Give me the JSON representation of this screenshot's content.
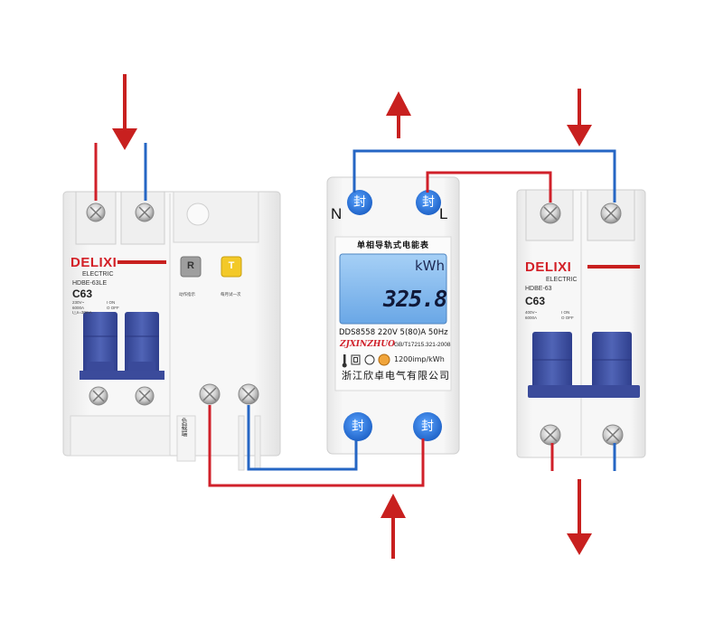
{
  "rcbo_breaker": {
    "brand": "DELIXI",
    "sub_brand": "ELECTRIC",
    "model": "HDBE-63LE",
    "rating": "C63",
    "specs": "230V~\n6000A\nI△n=30mA",
    "test_button": "R",
    "reset_button": "T",
    "note_1": "动作指示",
    "note_2": "每月试一次",
    "load_label": "负载端",
    "on_off": "I ON\nO OFF"
  },
  "energy_meter": {
    "title": "单相导轨式电能表",
    "unit": "kWh",
    "reading": "325.8",
    "specs": "DDS8558  220V  5(80)A  50Hz",
    "manufacturer_logo": "ZJXINZHUO",
    "standard": "GB/T17215.321-2008",
    "impulse": "1200imp/kWh",
    "company": "浙江欣卓电气有限公司",
    "terminal_label": "封",
    "neutral_label": "N",
    "live_label": "L"
  },
  "mcb_breaker": {
    "brand": "DELIXI",
    "sub_brand": "ELECTRIC",
    "model": "HDBE-63",
    "rating": "C63",
    "specs": "400V~\n6000A",
    "on_off": "I ON\nO OFF"
  },
  "arrows": [
    {
      "name": "input-arrow",
      "direction": "down"
    },
    {
      "name": "meter-top-arrow",
      "direction": "up"
    },
    {
      "name": "mcb-input-arrow",
      "direction": "down"
    },
    {
      "name": "meter-bottom-arrow",
      "direction": "up"
    },
    {
      "name": "output-arrow",
      "direction": "down"
    }
  ],
  "colors": {
    "live_wire": "#d0202a",
    "neutral_wire": "#2566c4",
    "arrow": "#c8201f",
    "handle": "#4054a8",
    "terminal_cap": "#2f7fe0",
    "lcd": "#7fb7ec"
  }
}
